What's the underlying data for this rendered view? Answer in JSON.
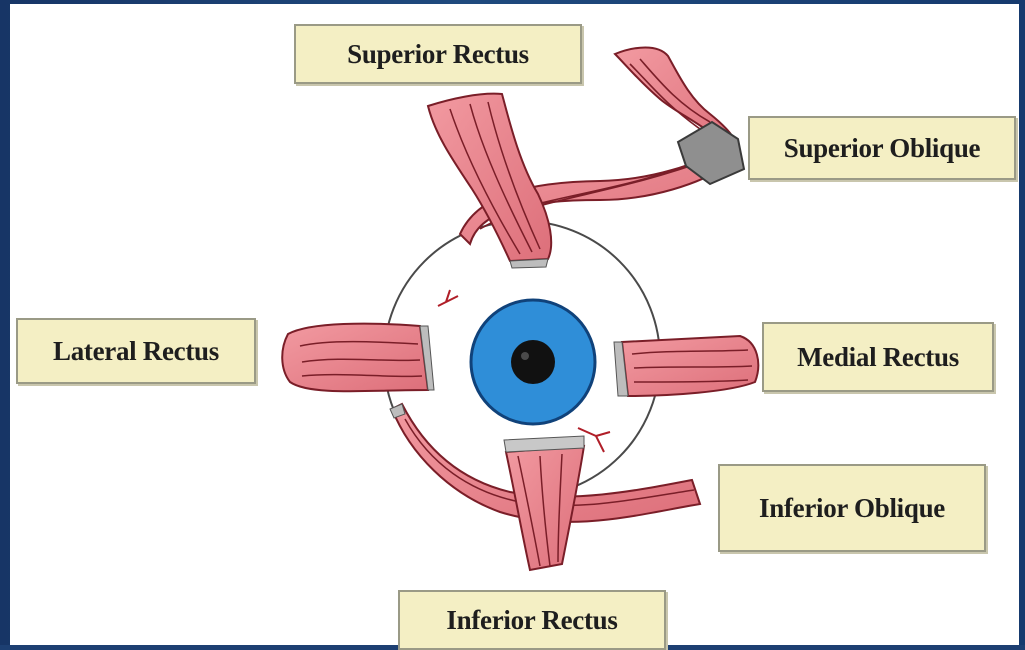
{
  "diagram": {
    "labels": {
      "superior_rectus": "Superior Rectus",
      "superior_oblique": "Superior Oblique",
      "lateral_rectus": "Lateral Rectus",
      "medial_rectus": "Medial Rectus",
      "inferior_oblique": "Inferior Oblique",
      "inferior_rectus": "Inferior Rectus"
    }
  },
  "colors": {
    "slide_background": "#1d3f72",
    "canvas": "#ffffff",
    "label_fill": "#f4efc4",
    "muscle": "#e8868e",
    "muscle_outline": "#7a1e28",
    "iris": "#2f8ed8",
    "pupil": "#111111"
  }
}
